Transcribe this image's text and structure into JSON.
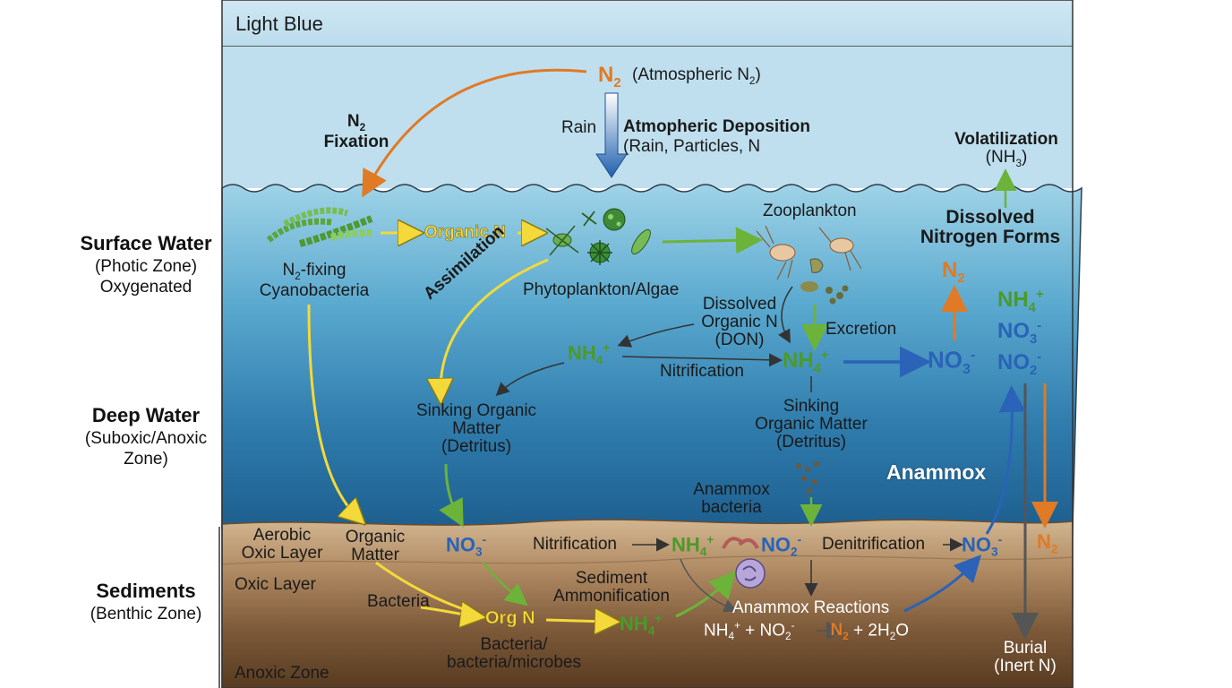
{
  "header": {
    "title": "Light Blue"
  },
  "zones": {
    "surface": {
      "title": "Surface Water",
      "line1": "(Photic Zone)",
      "line2": "Oxygenated"
    },
    "deep": {
      "title": "Deep Water",
      "line1": "(Suboxic/Anoxic",
      "line2": "Zone)"
    },
    "sediments": {
      "title": "Sediments",
      "line1": "(Benthic Zone)"
    }
  },
  "atmosphere": {
    "n2_label": "N",
    "n2_sub": "2",
    "atm_n2_text": "(Atmospheric N",
    "atm_n2_sub": "2",
    "atm_n2_close": ")",
    "rain": "Rain",
    "deposition_title": "Atmopheric Deposition",
    "deposition_sub": "(Rain, Particles, N",
    "fixation_n2": "N",
    "fixation_n2_sub": "2",
    "fixation": "Fixation",
    "volatilization": "Volatilization",
    "volatilization_sub_a": "(NH",
    "volatilization_sub_b": "3",
    "volatilization_sub_c": ")"
  },
  "surface": {
    "cyano_a": "N",
    "cyano_sub": "2",
    "cyano_b": "-fixing",
    "cyano_c": "Cyanobacteria",
    "organic_n": "Organic N",
    "phyto": "Phytoplankton/Algae",
    "zooplankton": "Zooplankton",
    "assimilation": "Assimilation",
    "don_1": "Dissolved",
    "don_2": "Organic N",
    "don_3": "(DON)",
    "excretion": "Excretion",
    "dissolved_forms_1": "Dissolved",
    "dissolved_forms_2": "Nitrogen Forms"
  },
  "deep": {
    "nh4_left": "NH",
    "nh4_mid": "NH",
    "nitrification": "Nitrification",
    "no3_mid": "NO",
    "sinking_left_1": "Sinking Organic",
    "sinking_left_2": "Matter",
    "sinking_left_3": "(Detritus)",
    "sinking_mid_1": "Sinking",
    "sinking_mid_2": "Organic Matter",
    "sinking_mid_3": "(Detritus)",
    "anammox": "Anammox",
    "anammox_bacteria_1": "Anammox",
    "anammox_bacteria_2": "bacteria",
    "n2_right": "N",
    "nh4_right": "NH",
    "no3_right": "NO",
    "no2_right": "NO"
  },
  "sediment": {
    "aerobic_1": "Aerobic",
    "aerobic_2": "Oxic Layer",
    "oxic_layer": "Oxic Layer",
    "anoxic_zone": "Anoxic Zone",
    "organic_matter_1": "Organic",
    "organic_matter_2": "Matter",
    "bacteria": "Bacteria",
    "no3": "NO",
    "nitrification": "Nitrification",
    "nh4_top": "NH",
    "no2": "NO",
    "denitrification": "Denitrification",
    "no3_right": "NO",
    "n2": "N",
    "ammonification_1": "Sediment",
    "ammonification_2": "Ammonification",
    "org_n": "Org N",
    "nh4_low": "NH",
    "bacteria_microbes_1": "Bacteria/",
    "bacteria_microbes_2": "bacteria/microbes",
    "anammox_reactions": "Anammox Reactions",
    "eq_a": "NH",
    "eq_b": " + NO",
    "eq_arrow": " → ",
    "eq_n2": "N",
    "eq_c": " + 2H",
    "eq_d": "O",
    "burial_1": "Burial",
    "burial_2": "(Inert N)"
  },
  "colors": {
    "sky_top": "#c6e3f1",
    "water_top": "#86c6e0",
    "water_bottom": "#1d5f8f",
    "sediment_top": "#c9ac86",
    "sediment_bottom": "#5a3d22",
    "green": "#4b9a2a",
    "blue": "#2a63b8",
    "orange": "#e07a25",
    "yellow": "#f4d93a"
  }
}
